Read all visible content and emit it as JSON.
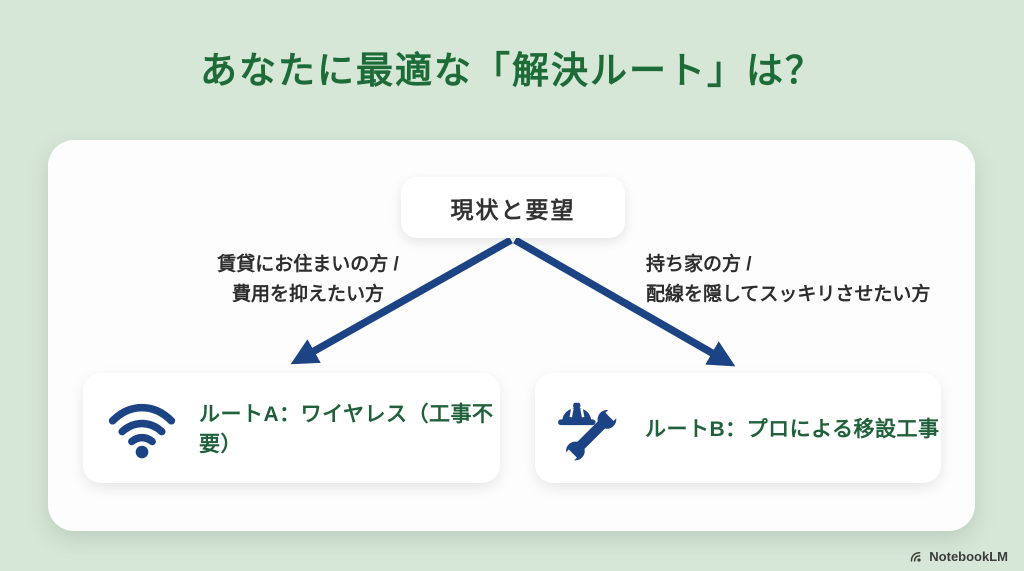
{
  "title": "あなたに最適な「解決ルート」は？",
  "diagram": {
    "root_label": "現状と要望",
    "left": {
      "condition_lines": [
        "賃貸にお住まいの方 /",
        "費用を抑えたい方"
      ],
      "node_label": "ルートA：ワイヤレス（工事不要）",
      "icon": "wifi-icon"
    },
    "right": {
      "condition_lines": [
        "持ち家の方 /",
        "配線を隠してスッキリさせたい方"
      ],
      "node_label": "ルートB：プロによる移設工事",
      "icon": "helmet-wrench-icon"
    }
  },
  "watermark": {
    "brand": "NotebookLM",
    "icon": "notebooklm-logo-icon"
  },
  "colors": {
    "background": "#d6e7d7",
    "card": "#fdfdfd",
    "title_green": "#1d6b37",
    "route_text_green": "#20603a",
    "arrow_navy": "#1c4384",
    "node_text": "#333333"
  }
}
